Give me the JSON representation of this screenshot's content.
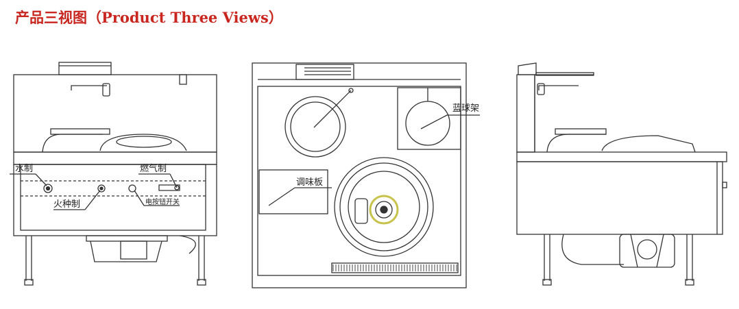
{
  "title": "产品三视图（Product Three Views）",
  "colors": {
    "title": "#c8261e",
    "line": "#333333",
    "burner_ring": "#c7c24a"
  },
  "labels": {
    "water_control": "水制",
    "gas_control": "燃气制",
    "pilot_control": "火种制",
    "electric_switch": "电按钮开关",
    "basket_rack": "蓝球架",
    "seasoning_board": "调味板"
  }
}
